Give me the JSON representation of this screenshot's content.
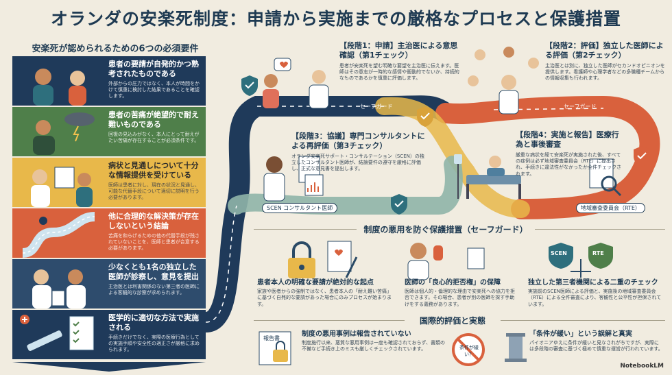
{
  "title": "オランダの安楽死制度：申請から実施までの厳格なプロセスと保護措置",
  "requirements": {
    "heading": "安楽死が認められるための6つの必須要件",
    "items": [
      {
        "title": "患者の要請が自発的かつ熟考されたものである",
        "desc": "外部からの圧力ではなく、本人が時間をかけて慎重に検討した結果であることを確認します。",
        "color": "#1f3a5a"
      },
      {
        "title": "患者の苦痛が絶望的で耐え難いものである",
        "desc": "回復の見込みがなく、本人にとって耐えがたい苦痛が存在することが必須条件です。",
        "color": "#4f7f4a"
      },
      {
        "title": "病状と見通しについて十分な情報提供を受けている",
        "desc": "医師は患者に対し、現在の状況と見通し、可能な代替手段について適切に説明を行う必要があります。",
        "color": "#e8b84a"
      },
      {
        "title": "他に合理的な解決策が存在しないという結論",
        "desc": "苦痛を和らげるための他の代替手段が残されていないことを、医師と患者が合意する必要があります。",
        "color": "#d9613d"
      },
      {
        "title": "少なくとも1名の独立した医師が診察し、意見を提出",
        "desc": "主治医とは利害関係のない第三者の医師による客観的な診察が求められます。",
        "color": "#2e4c6d"
      },
      {
        "title": "医学的に適切な方法で実施される",
        "desc": "手続きだけでなく、実際の医療行為としての実施手順や安全性の適正さが厳格に求められます。",
        "color": "#1f3a5a"
      }
    ]
  },
  "stages": [
    {
      "title": "【段階1：申請】主治医による意思確認（第1チェック）",
      "desc": "患者が安楽死を望む明確な要望を主治医に伝えます。医師はその意志が一時的な感情や衝動的でないか、持続的なものであるかを慎重に評価します。"
    },
    {
      "title": "【段階2：評価】独立した医師による評価（第2チェック）",
      "desc": "主治医とは別に、独立した医師がセカンドオピニオンを提供します。看護師や心理学者などの多職種チームからの情報収集も行われます。"
    },
    {
      "title": "【段階3：協議】専門コンサルタントによる再評価（第3チェック）",
      "desc": "オランダ安楽死サポート・コンサルテーション（SCEN）の独立したコンサルタント医師が、結論要件の遵守を厳格に評価し、正式な意見書を提出します。"
    },
    {
      "title": "【段階4：実施と報告】医療行為と事後審査",
      "desc": "厳重な病状を経て安楽死が実施された後、すべての症例は必ず地域審査委員会（RTE）に提出され、手続きに違法性がなかったか全件チェックされます。"
    }
  ],
  "labels": {
    "safeguard1": "セーフガード",
    "safeguard2": "セーフガード",
    "scen": "SCEN コンサルタント医師",
    "rte": "地域審査委員会（RTE）",
    "scen_badge": "SCEN",
    "rte_badge": "RTE",
    "report_doc": "報告書",
    "cross_sign": "条件が緩い？"
  },
  "safeguards": {
    "heading": "制度の悪用を防ぐ保護措置（セーフガード）",
    "items": [
      {
        "title": "患者本人の明確な要請が絶対的な起点",
        "desc": "家族や医者からの強制ではなく、患者本人の「耐え難い苦痛」に基づく自発的な要請があった場合にのみプロセスが始まります。"
      },
      {
        "title": "医師の「良心的拒否権」の保障",
        "desc": "医師は個人的・倫理的な理由で安楽死への協力を拒否できます。その場合、患者が別の医師を探す手助けをする義務があります。"
      },
      {
        "title": "独立した第三者機関による二重のチェック",
        "desc": "実施前のSCEN医師による評価と、実施後の地域審査委員会（RTE）による全件審査により、客観性と公平性が担保されています。"
      }
    ]
  },
  "international": {
    "heading": "国際的評価と実態",
    "items": [
      {
        "title": "制度の悪用事例は報告されていない",
        "desc": "制度施行以来、悪質な悪用事例は一度も確認されておらず、書類の不備など手続き上のミスも厳しくチェックされています。"
      },
      {
        "title": "「条件が緩い」という誤解と真実",
        "desc": "パイオニアゆえに条件が緩いと見なされがちですが、実際には多段階の審査に基づく極めて慎重な運営が行われています。"
      }
    ]
  },
  "brand": "NotebookLM",
  "colors": {
    "navy": "#1f3a5a",
    "green": "#4f7f4a",
    "yellow": "#e8b84a",
    "orange": "#d9613d",
    "teal": "#8fb5a8"
  }
}
